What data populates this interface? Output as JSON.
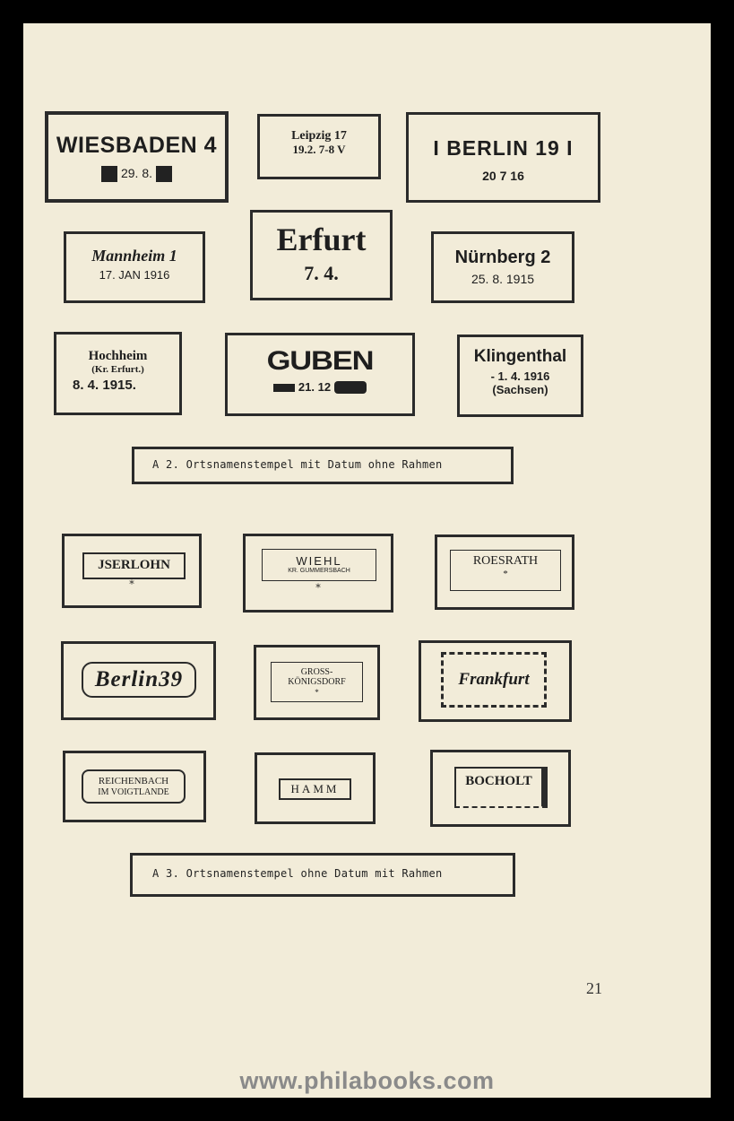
{
  "section_a2": {
    "stamps": [
      {
        "id": "wiesbaden",
        "line1": "WIESBADEN 4",
        "line2": "29. 8."
      },
      {
        "id": "leipzig",
        "line1": "Leipzig 17",
        "line2": "19.2. 7-8 V"
      },
      {
        "id": "berlin19",
        "line1": "I BERLIN 19 I",
        "line2": "20  7  16"
      },
      {
        "id": "mannheim",
        "line1": "Mannheim 1",
        "line2": "17. JAN 1916"
      },
      {
        "id": "erfurt",
        "line1": "Erfurt",
        "line2": "7. 4."
      },
      {
        "id": "nurnberg",
        "line1": "Nürnberg 2",
        "line2": "25. 8. 1915"
      },
      {
        "id": "hochheim",
        "line1": "Hochheim",
        "line2": "(Kr. Erfurt.)",
        "line3": "8. 4. 1915."
      },
      {
        "id": "guben",
        "line1": "GUBEN",
        "line2": "21. 12"
      },
      {
        "id": "klingenthal",
        "line1": "Klingenthal",
        "line2": "- 1. 4. 1916",
        "line3": "(Sachsen)"
      }
    ],
    "caption": "A 2. Ortsnamenstempel mit Datum ohne Rahmen"
  },
  "section_a3": {
    "stamps": [
      {
        "id": "iserlohn",
        "line1": "JSERLOHN",
        "mark": "*"
      },
      {
        "id": "wiehl",
        "line1": "WIEHL",
        "line2": "KR. GUMMERSBACH",
        "mark": "*"
      },
      {
        "id": "roesrath",
        "line1": "ROESRATH",
        "mark": "*"
      },
      {
        "id": "berlin39",
        "line1": "Berlin39"
      },
      {
        "id": "grosskonigsdorf",
        "line1": "GROSS-",
        "line2": "KÖNIGSDORF",
        "mark": "*"
      },
      {
        "id": "frankfurt",
        "line1": "Frankfurt"
      },
      {
        "id": "reichenbach",
        "line1": "REICHENBACH",
        "line2": "IM VOIGTLANDE"
      },
      {
        "id": "hamm",
        "line1": "HAMM"
      },
      {
        "id": "bocholt",
        "line1": "BOCHOLT"
      }
    ],
    "caption": "A 3. Ortsnamenstempel ohne Datum mit Rahmen"
  },
  "page_number": "21",
  "watermark": "www.philabooks.com"
}
